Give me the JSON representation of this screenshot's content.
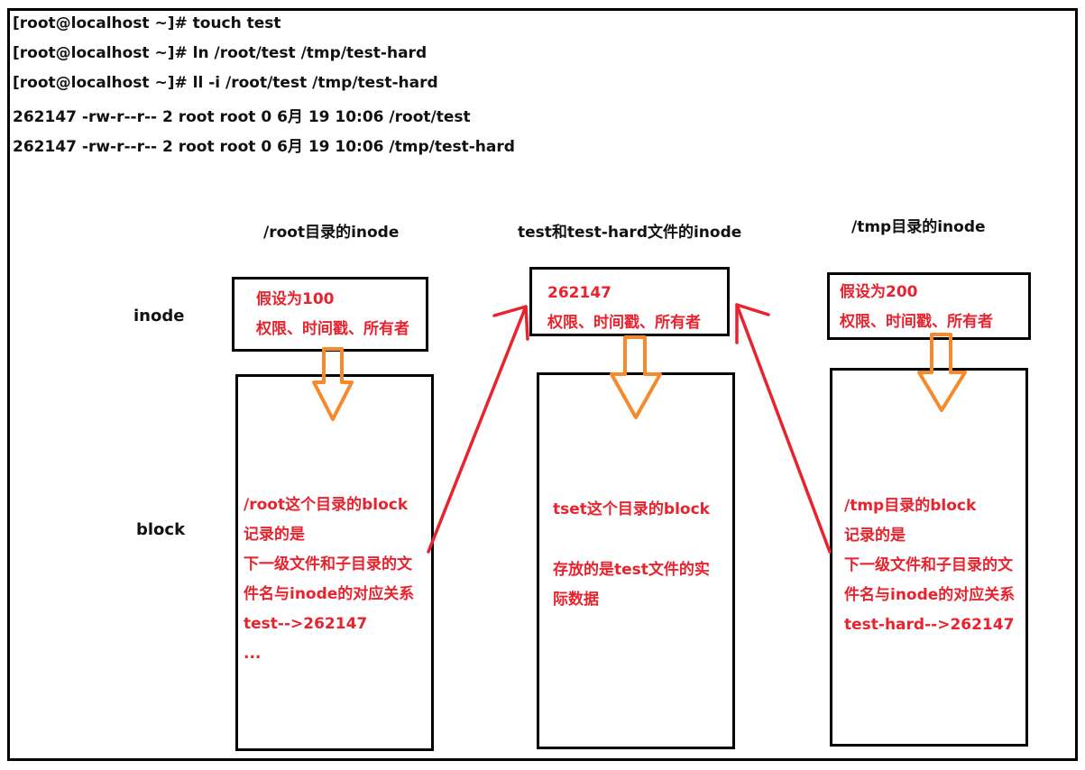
{
  "terminal": {
    "lines": [
      "[root@localhost ~]# touch test",
      "[root@localhost ~]# ln /root/test /tmp/test-hard",
      "[root@localhost ~]# ll -i /root/test /tmp/test-hard",
      "262147 -rw-r--r-- 2 root root 0 6月 19 10:06 /root/test",
      "262147 -rw-r--r-- 2 root root 0 6月 19 10:06 /tmp/test-hard"
    ]
  },
  "row_labels": {
    "inode": "inode",
    "block": "block"
  },
  "columns": [
    {
      "header": "/root目录的inode",
      "inode_lines": [
        "假设为100",
        "权限、时间戳、所有者"
      ],
      "block_lines": [
        "/root这个目录的block",
        "记录的是",
        "下一级文件和子目录的文",
        "件名与inode的对应关系",
        "test-->262147",
        "..."
      ]
    },
    {
      "header": "test和test-hard文件的inode",
      "inode_lines": [
        "262147",
        "权限、时间戳、所有者"
      ],
      "block_lines": [
        "tset这个目录的block",
        "",
        "存放的是test文件的实",
        "际数据"
      ]
    },
    {
      "header": "/tmp目录的inode",
      "inode_lines": [
        "假设为200",
        "权限、时间戳、所有者"
      ],
      "block_lines": [
        "/tmp目录的block",
        "记录的是",
        "下一级文件和子目录的文",
        "件名与inode的对应关系",
        "test-hard-->262147"
      ]
    }
  ],
  "colors": {
    "red": "#e8232e",
    "orange": "#f5892b",
    "black": "#000000"
  }
}
